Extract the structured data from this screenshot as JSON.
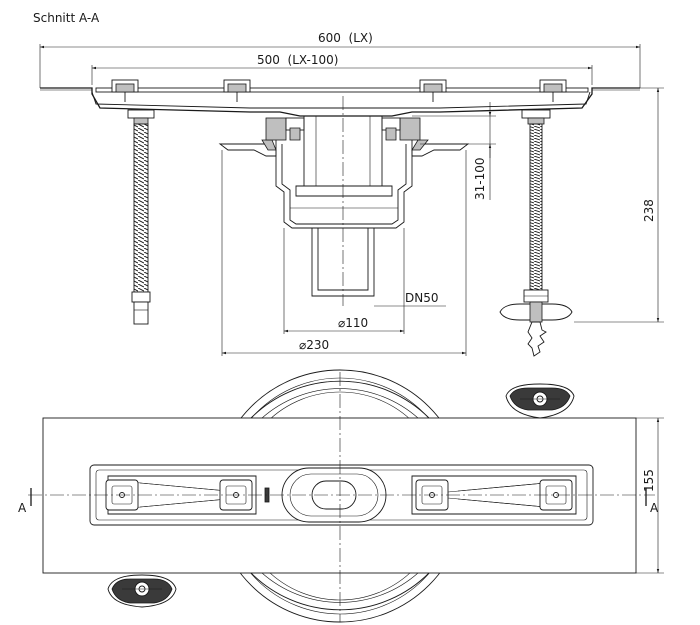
{
  "section_title": "Schnitt A-A",
  "dimensions": {
    "overall_length": "600  (LX)",
    "inner_length": "500  (LX-100)",
    "adjust_range": "31-100",
    "total_height": "238",
    "pipe_size": "DN50",
    "diameter_110": "⌀110",
    "diameter_230": "⌀230",
    "plan_width": "155"
  },
  "section_markers": {
    "left": "A",
    "right": "A"
  }
}
